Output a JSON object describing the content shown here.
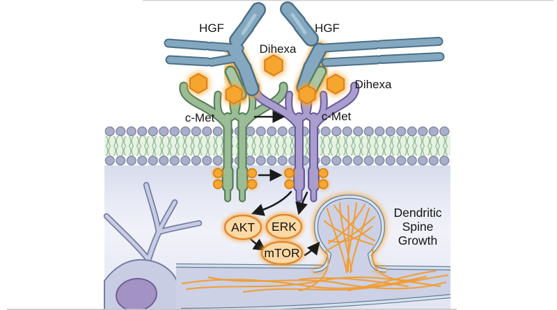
{
  "figure": {
    "type": "signaling-pathway-illustration",
    "description": "HGF antibody and Dihexa acting on c-Met receptor leading to AKT/ERK/mTOR signaling and dendritic spine growth",
    "labels": {
      "hgf_left": "HGF",
      "hgf_right": "HGF",
      "dihexa_top": "Dihexa",
      "dihexa_right": "Dihexa",
      "cmet_left": "c-Met",
      "cmet_right": "c-Met",
      "akt": "AKT",
      "erk": "ERK",
      "mtor": "mTOR",
      "outcome_line1": "Dendritic",
      "outcome_line2": "Spine",
      "outcome_line3": "Growth"
    },
    "colors": {
      "antibody_blue": "#84a8c0",
      "antibody_outline": "#4c6f87",
      "hgf_fragment_green": "#a9c6a6",
      "receptor_green": "#9abd97",
      "receptor_green_outline": "#527b53",
      "receptor_purple": "#a99ecd",
      "receptor_purple_outline": "#675898",
      "dihexa_orange": "#f6a62e",
      "dihexa_orange_outline": "#dd7f1a",
      "membrane_head": "#a9afc9",
      "membrane_tail_background": "#e7f2e5",
      "membrane_tail_stroke": "#8cb88c",
      "cytoplasm": "#e4e7f3",
      "neuron_fill": "#c9cde3",
      "neuron_outline": "#747ca6",
      "nucleus_fill": "#a393c4",
      "signal_node_fill": "#fcd9a4",
      "signal_node_outline": "#e2872e",
      "actin_filament_orange": "#ef9d35",
      "arrow_black": "#1a1a1a"
    }
  }
}
